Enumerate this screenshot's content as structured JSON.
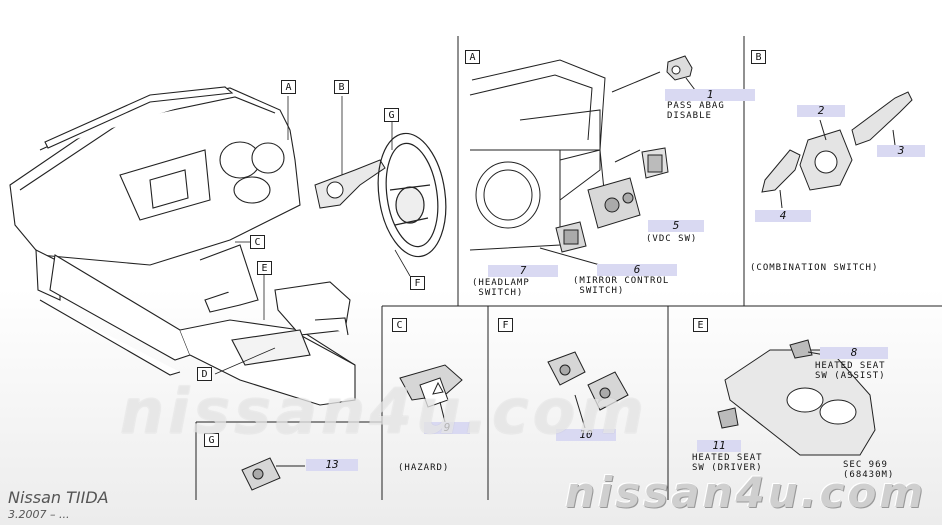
{
  "brand": {
    "model": "Nissan TIIDA",
    "date": "3.2007 – ..."
  },
  "watermark": {
    "center": "nissan4u.com",
    "bottom": "nissan4u.com"
  },
  "overview_callouts": [
    "A",
    "B",
    "G",
    "C",
    "E",
    "D",
    "F"
  ],
  "panels": {
    "A": {
      "letter": "A"
    },
    "B": {
      "letter": "B",
      "caption": "(COMBINATION SWITCH)"
    },
    "C": {
      "letter": "C",
      "caption": "(HAZARD)"
    },
    "F": {
      "letter": "F"
    },
    "E": {
      "letter": "E"
    },
    "G": {
      "letter": "G"
    }
  },
  "parts": [
    {
      "num": "1",
      "label": "PASS ABAG\nDISABLE"
    },
    {
      "num": "2",
      "label": ""
    },
    {
      "num": "3",
      "label": ""
    },
    {
      "num": "4",
      "label": ""
    },
    {
      "num": "5",
      "label": "(VDC SW)"
    },
    {
      "num": "6",
      "label": "(MIRROR CONTROL\n SWITCH)"
    },
    {
      "num": "7",
      "label": "(HEADLAMP\n SWITCH)"
    },
    {
      "num": "8",
      "label": "HEATED SEAT\nSW (ASSIST)"
    },
    {
      "num": "9",
      "label": ""
    },
    {
      "num": "10",
      "label": ""
    },
    {
      "num": "11",
      "label": "HEATED SEAT\nSW (DRIVER)"
    },
    {
      "num": "13",
      "label": ""
    }
  ],
  "section_ref": "SEC 969\n(68430M)"
}
